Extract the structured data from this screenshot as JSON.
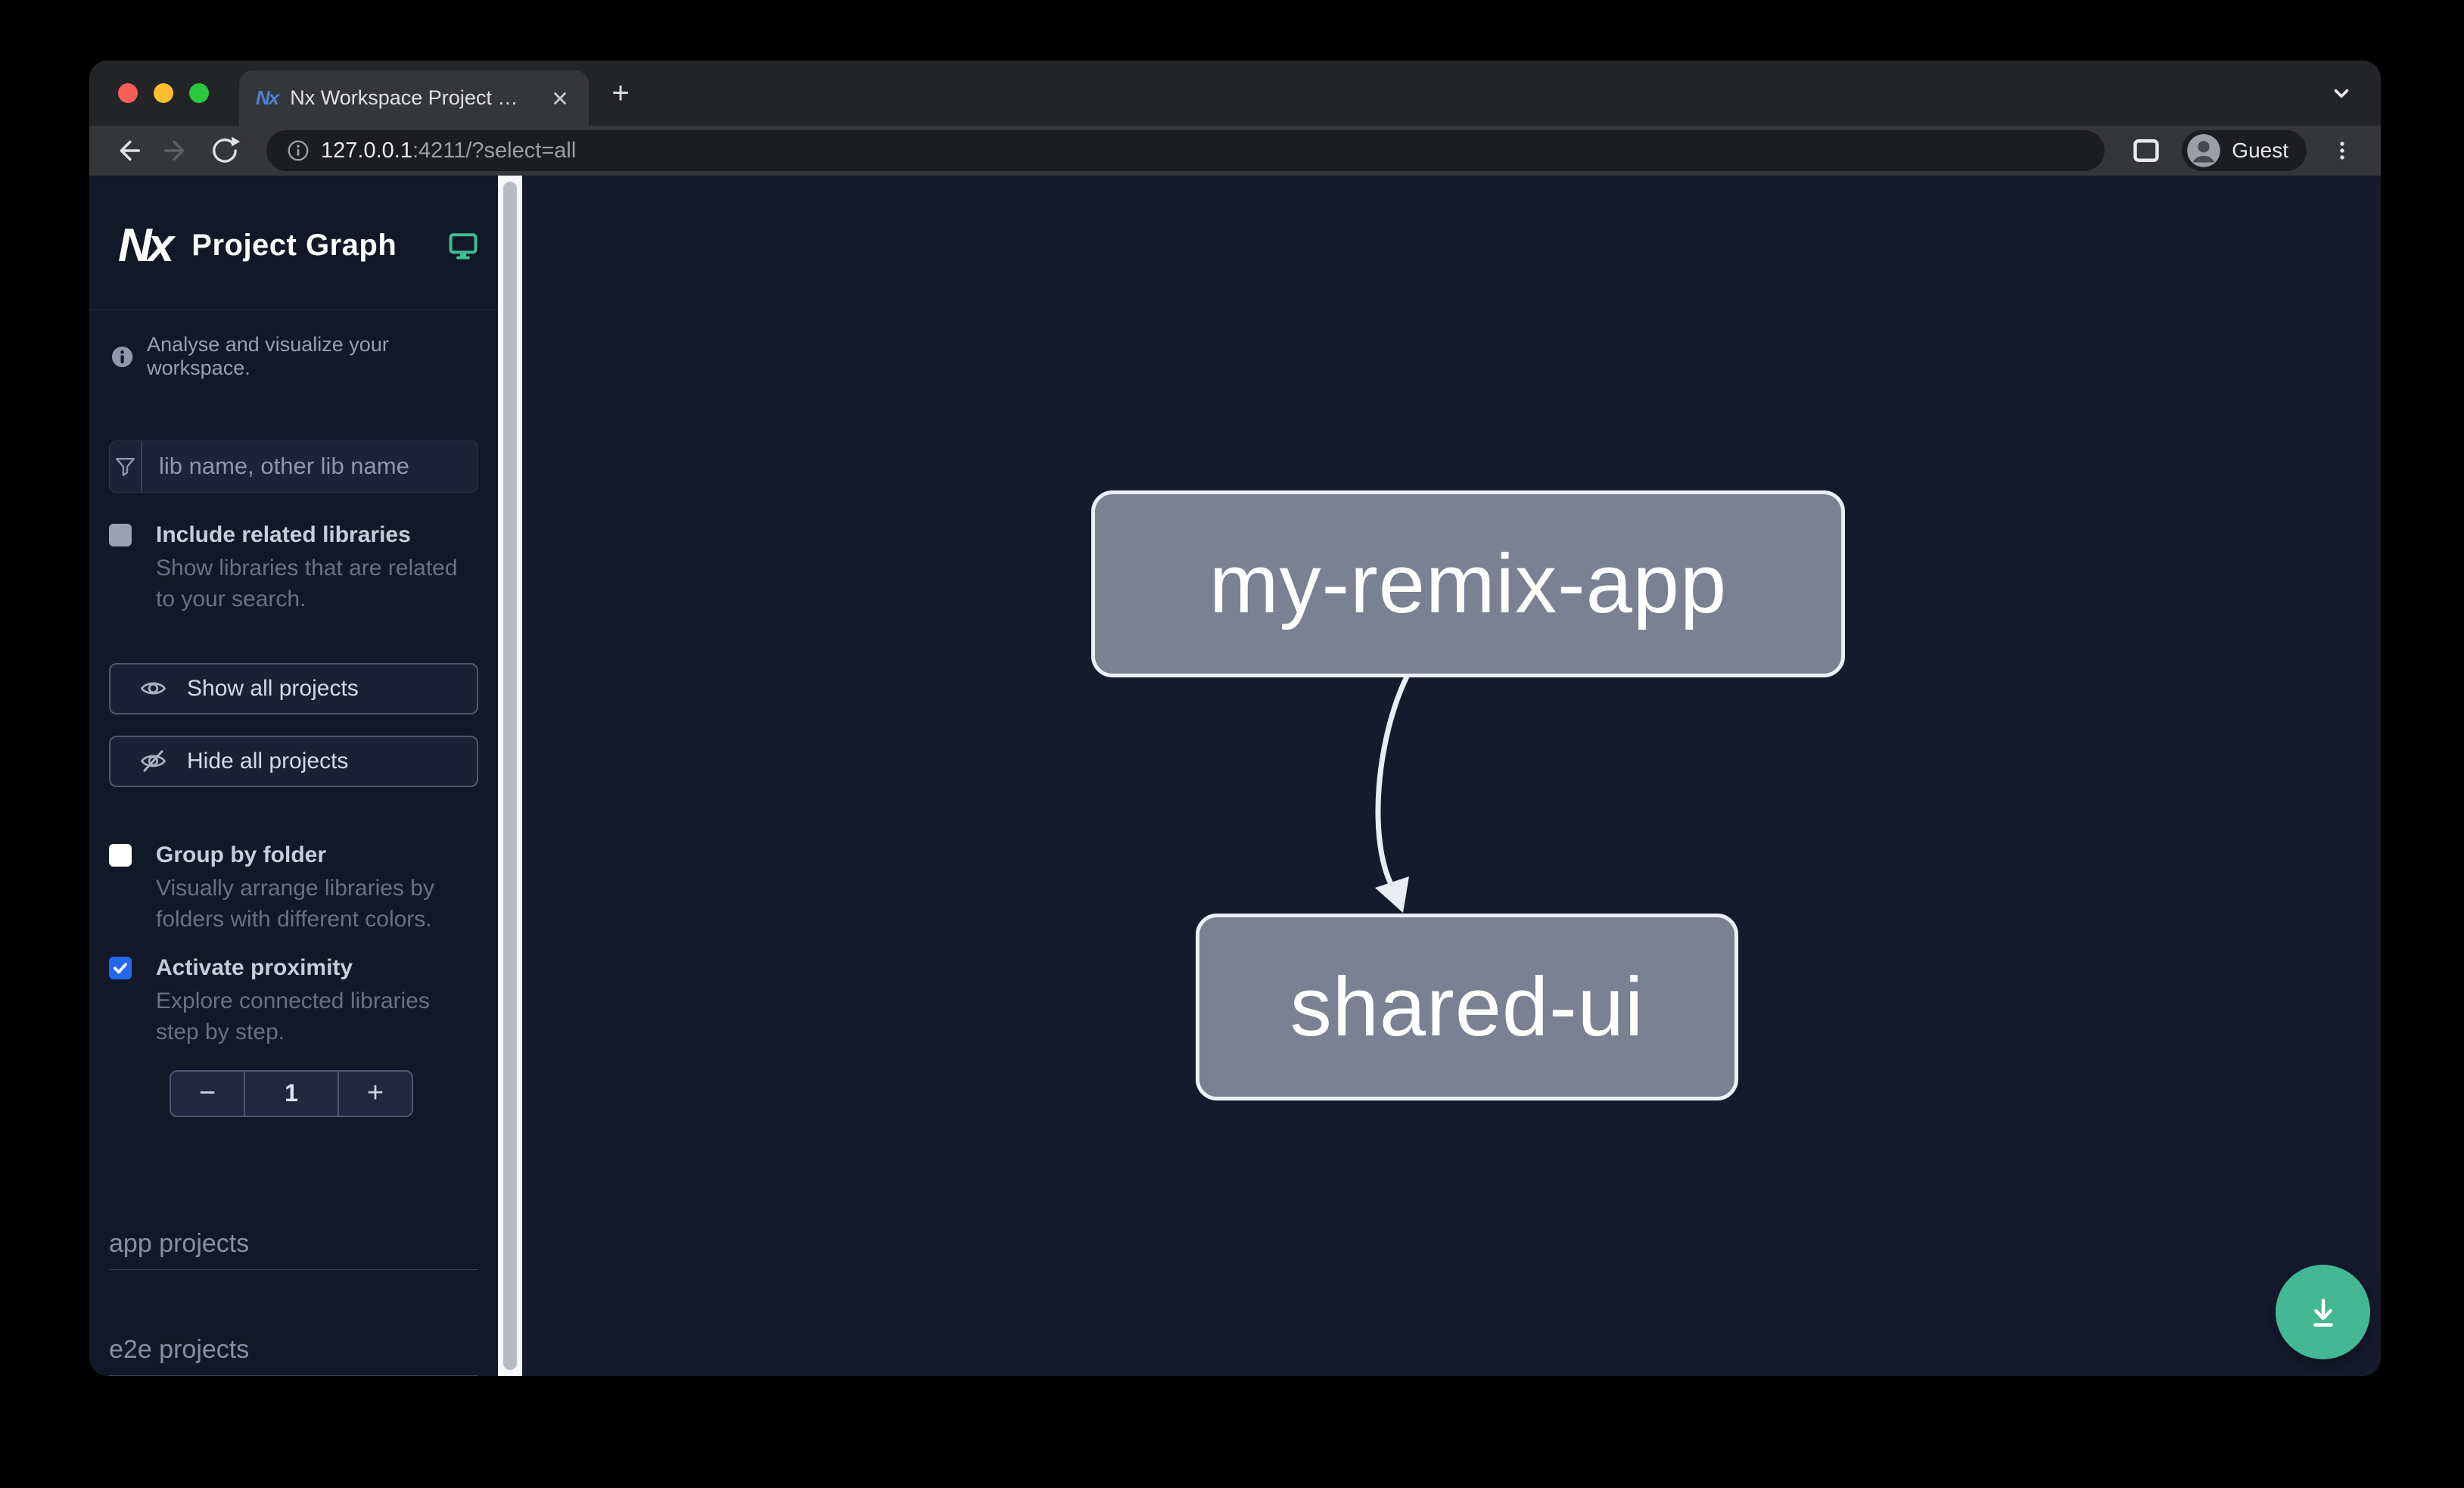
{
  "browser": {
    "tab_title": "Nx Workspace Project Graph",
    "address": {
      "host": "127.0.0.1",
      "suffix": ":4211/?select=all"
    },
    "profile_label": "Guest"
  },
  "sidebar": {
    "logo_text": "Nx",
    "brand_title": "Project Graph",
    "tagline": "Analyse and visualize your workspace.",
    "filter_placeholder": "lib name, other lib name",
    "toggles": [
      {
        "label": "Include related libraries",
        "description": "Show libraries that are related to your search.",
        "checked": false
      },
      {
        "label": "Group by folder",
        "description": "Visually arrange libraries by folders with different colors.",
        "checked": false
      },
      {
        "label": "Activate proximity",
        "description": "Explore connected libraries step by step.",
        "checked": true
      }
    ],
    "actions": [
      {
        "label": "Show all projects"
      },
      {
        "label": "Hide all projects"
      }
    ],
    "stepper": {
      "decrement": "−",
      "value": "1",
      "increment": "+"
    },
    "sections": [
      {
        "label": "app projects"
      },
      {
        "label": "e2e projects"
      }
    ]
  },
  "graph": {
    "nodes": [
      {
        "label": "my-remix-app"
      },
      {
        "label": "shared-ui"
      }
    ],
    "edges": [
      {
        "from": "my-remix-app",
        "to": "shared-ui"
      }
    ]
  },
  "colors": {
    "accent_green": "#44b892",
    "checkbox_blue": "#2468f2",
    "node_fill": "#7b8093",
    "node_border": "#edeff6",
    "edge": "#e9ecf4",
    "canvas_bg": "#151a2d",
    "sidebar_bg": "#131828"
  }
}
